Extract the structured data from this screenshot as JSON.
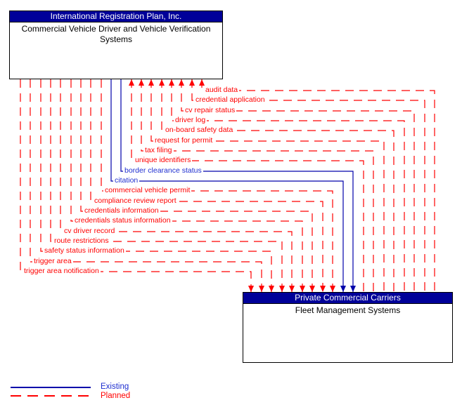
{
  "top_box": {
    "header": "International Registration Plan, Inc.",
    "title": "Commercial Vehicle Driver and Vehicle Verification Systems"
  },
  "bottom_box": {
    "header": "Private Commercial Carriers",
    "title": "Fleet Management Systems"
  },
  "legend": {
    "existing": "Existing",
    "planned": "Planned"
  },
  "colors": {
    "existing_line": "#0000aa",
    "existing_text": "#1f2fd0",
    "planned_line": "#ff0000",
    "planned_text": "#ff0000",
    "header_bg": "#000099",
    "header_text": "#ffffff",
    "box_border": "#000000",
    "label_bg": "#ffffff"
  },
  "flows": [
    {
      "label": "audit data",
      "status": "planned",
      "to": "top"
    },
    {
      "label": "credential application",
      "status": "planned",
      "to": "top"
    },
    {
      "label": "cv repair status",
      "status": "planned",
      "to": "top"
    },
    {
      "label": "driver log",
      "status": "planned",
      "to": "top"
    },
    {
      "label": "on-board safety data",
      "status": "planned",
      "to": "top"
    },
    {
      "label": "request for permit",
      "status": "planned",
      "to": "top"
    },
    {
      "label": "tax filing",
      "status": "planned",
      "to": "top"
    },
    {
      "label": "unique identifiers",
      "status": "planned",
      "to": "top"
    },
    {
      "label": "border clearance status",
      "status": "existing",
      "to": "bottom"
    },
    {
      "label": "citation",
      "status": "existing",
      "to": "bottom"
    },
    {
      "label": "commercial vehicle permit",
      "status": "planned",
      "to": "bottom"
    },
    {
      "label": "compliance review report",
      "status": "planned",
      "to": "bottom"
    },
    {
      "label": "credentials information",
      "status": "planned",
      "to": "bottom"
    },
    {
      "label": "credentials status information",
      "status": "planned",
      "to": "bottom"
    },
    {
      "label": "cv driver record",
      "status": "planned",
      "to": "bottom"
    },
    {
      "label": "route restrictions",
      "status": "planned",
      "to": "bottom"
    },
    {
      "label": "safety status information",
      "status": "planned",
      "to": "bottom"
    },
    {
      "label": "trigger area",
      "status": "planned",
      "to": "bottom"
    },
    {
      "label": "trigger area notification",
      "status": "planned",
      "to": "bottom"
    }
  ]
}
